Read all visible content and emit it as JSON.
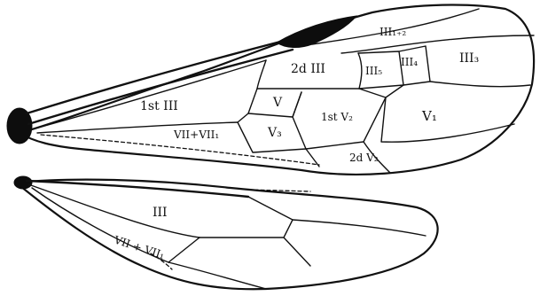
{
  "forewing": {
    "cells": [
      {
        "id": "III1+2",
        "text": "III₁₊₂"
      },
      {
        "id": "2d-III",
        "text": "2d III"
      },
      {
        "id": "III5",
        "text": "III₅"
      },
      {
        "id": "III4",
        "text": "III₄"
      },
      {
        "id": "III3",
        "text": "III₃"
      },
      {
        "id": "1st-III",
        "text": "1st III"
      },
      {
        "id": "V",
        "text": "V"
      },
      {
        "id": "1st-V2",
        "text": "1st V₂"
      },
      {
        "id": "V1",
        "text": "V₁"
      },
      {
        "id": "VII+VII1",
        "text": "VII+VII₁"
      },
      {
        "id": "V3",
        "text": "V₃"
      },
      {
        "id": "2d-V2",
        "text": "2d V₂"
      }
    ]
  },
  "hindwing": {
    "cells": [
      {
        "id": "III",
        "text": "III"
      },
      {
        "id": "VII+VII1",
        "text": "VII + VII₁"
      }
    ]
  }
}
